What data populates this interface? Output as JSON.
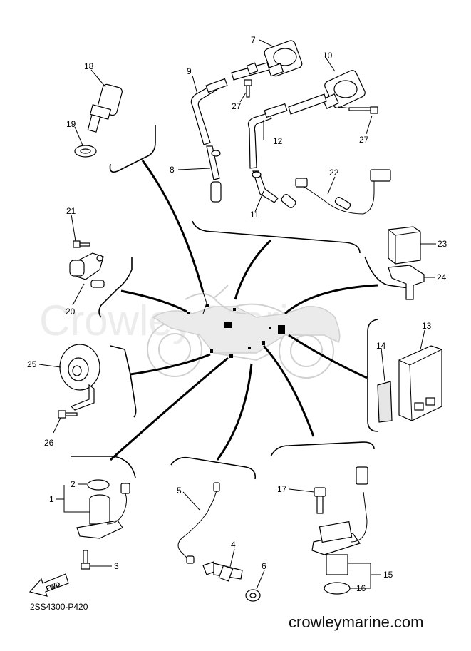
{
  "watermark": "Crowley Marine",
  "diagram_code": "2SS4300-P420",
  "footer_site": "crowleymarine.com",
  "fwd_label": "FWD",
  "callouts": [
    "1",
    "2",
    "3",
    "4",
    "5",
    "6",
    "7",
    "8",
    "9",
    "10",
    "11",
    "12",
    "13",
    "14",
    "15",
    "16",
    "17",
    "18",
    "19",
    "20",
    "21",
    "22",
    "23",
    "24",
    "25",
    "26",
    "27",
    "27"
  ]
}
